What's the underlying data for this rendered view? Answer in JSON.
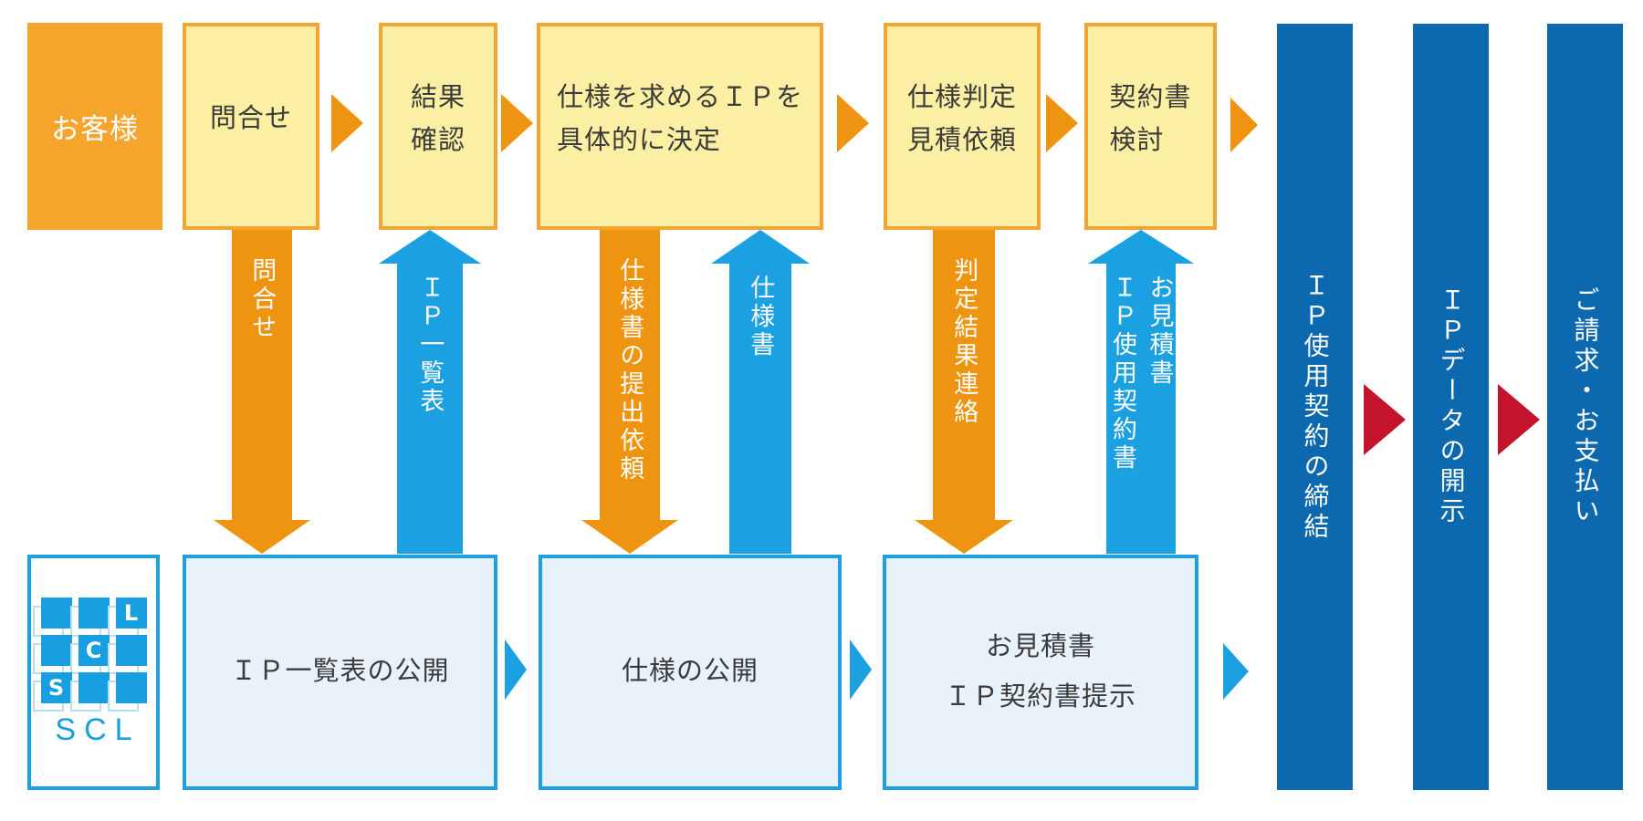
{
  "colors": {
    "customer_orange": "#F5A42C",
    "orange_arrow": "#EF9410",
    "yellow_fill": "#FBEFA3",
    "yellow_border": "#F2A532",
    "blue_arrow": "#1BA0E2",
    "light_box_fill": "#E7F2FB",
    "light_box_border": "#1E9FE0",
    "dark_bar": "#0C68AF",
    "red_arrow": "#C4132D",
    "logo_blue": "#189FE1",
    "text_dark": "#3B3B3B"
  },
  "top_row": {
    "customer_label": "お客様",
    "boxes": [
      {
        "text": "問合せ"
      },
      {
        "text": "結果\n確認"
      },
      {
        "text": "仕様を求めるＩＰを\n具体的に決定"
      },
      {
        "text": "仕様判定\n見積依頼"
      },
      {
        "text": "契約書\n検討"
      }
    ]
  },
  "vertical_arrows": [
    {
      "direction": "down",
      "label": "問合せ"
    },
    {
      "direction": "up",
      "label": "ＩＰ一覧表"
    },
    {
      "direction": "down",
      "label": "仕様書の提出依頼"
    },
    {
      "direction": "up",
      "label": "仕様書"
    },
    {
      "direction": "down",
      "label": "判定結果連絡"
    },
    {
      "direction": "up",
      "label": "お見積書\nＩＰ使用契約書"
    }
  ],
  "bottom_row": {
    "logo_text": "SCL",
    "logo_letters": [
      "L",
      "C",
      "S"
    ],
    "boxes": [
      {
        "text": "ＩＰ一覧表の公開"
      },
      {
        "text": "仕様の公開"
      },
      {
        "text": "お見積書\nＩＰ契約書提示"
      }
    ]
  },
  "right_bars": [
    {
      "label": "ＩＰ使用契約の締結"
    },
    {
      "label": "ＩＰデータの開示"
    },
    {
      "label": "ご請求・お支払い"
    }
  ]
}
